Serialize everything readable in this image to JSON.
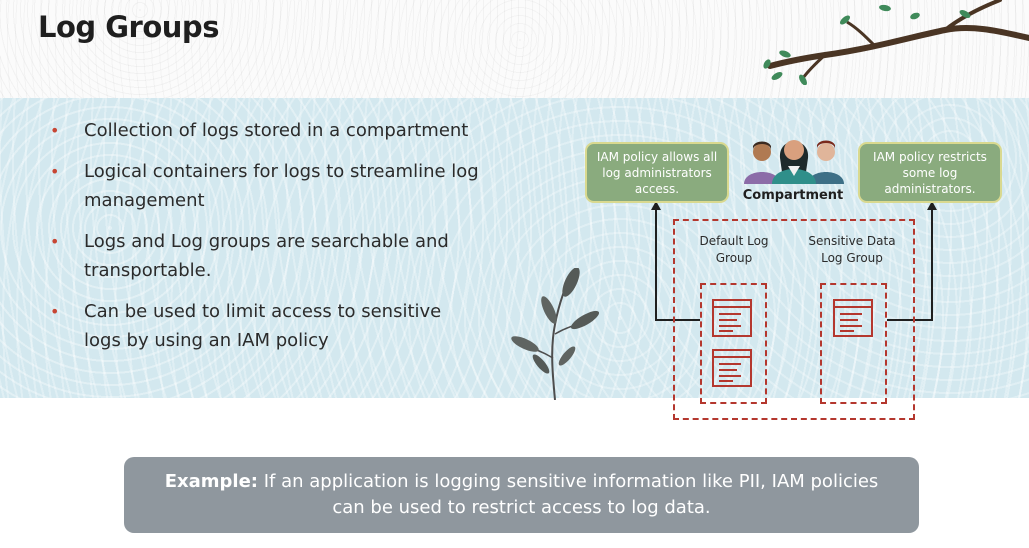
{
  "slide": {
    "title": "Log Groups",
    "bullets": [
      "Collection of logs stored in a compartment",
      "Logical containers for logs to streamline log management",
      "Logs and Log groups are searchable and transportable.",
      "Can be used to limit access to sensitive logs by using an IAM policy"
    ]
  },
  "diagram": {
    "policy_left": "IAM policy allows all log administrators access.",
    "policy_right": "IAM policy restricts some log administrators.",
    "compartment_label": "Compartment",
    "default_group_label": "Default Log Group",
    "sensitive_group_label": "Sensitive Data Log Group",
    "icons": [
      "people-icon",
      "log-document-icon",
      "tree-branch-decoration",
      "plant-decoration"
    ],
    "colors": {
      "accent_red": "#b4372e",
      "bullet_red": "#c74634",
      "policy_green": "#8aab7e",
      "band_blue": "#d3e8ef",
      "callout_gray": "#8f979e"
    }
  },
  "callout": {
    "label": "Example:",
    "text": "If an application is logging sensitive information like PII, IAM policies can be used to restrict access to log data."
  }
}
